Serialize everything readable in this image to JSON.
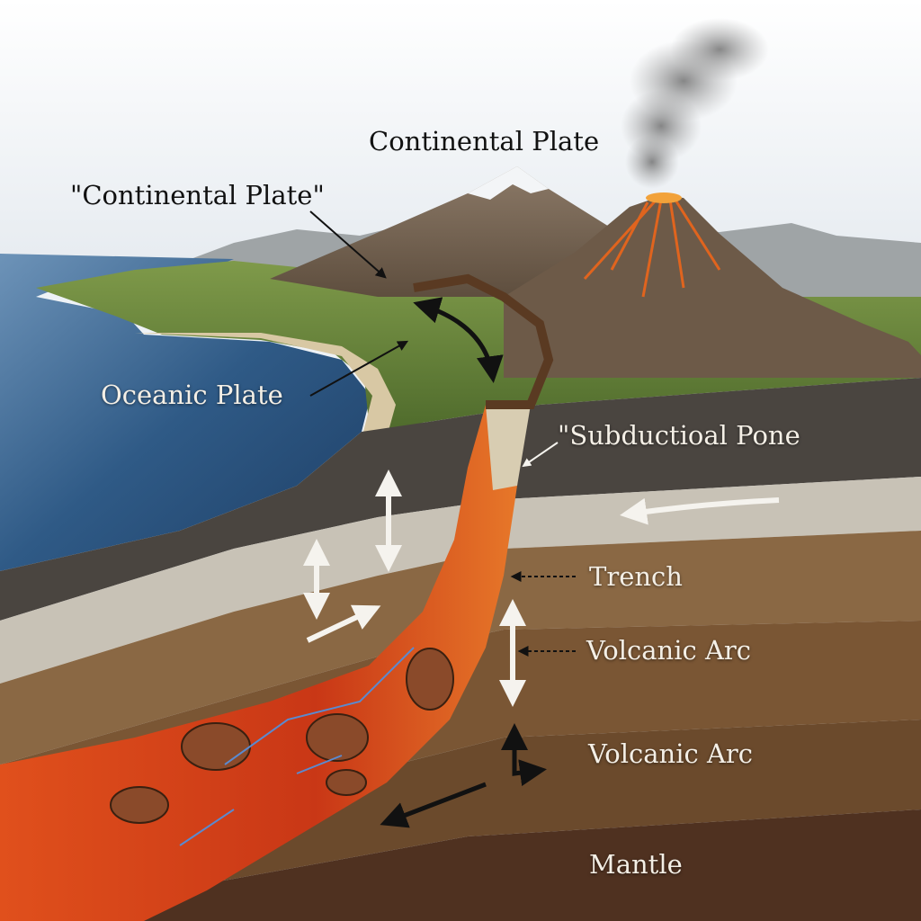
{
  "labels": {
    "continental_plate_top": "Continental Plate",
    "continental_plate_quoted": "\"Continental Plate\"",
    "oceanic_plate": "Oceanic Plate",
    "subduction_zone": "\"Subductioal Pone",
    "trench": "Trench",
    "volcanic_arc_1": "Volcanic Arc",
    "volcanic_arc_2": "Volcanic Arc",
    "mantle": "Mantle"
  },
  "colors": {
    "sky": "#eef2f6",
    "ocean": "#2f5a86",
    "crust_rock": "#4a4540",
    "lithosphere_gray": "#c8c2b6",
    "mantle_layer_1": "#8a6844",
    "mantle_layer_2": "#7a5634",
    "mantle_layer_3": "#6b4a2c",
    "mantle_deep": "#4f3120",
    "magma": "#d8481a",
    "land_green": "#6f8a3e",
    "mountain": "#7c6a58"
  }
}
